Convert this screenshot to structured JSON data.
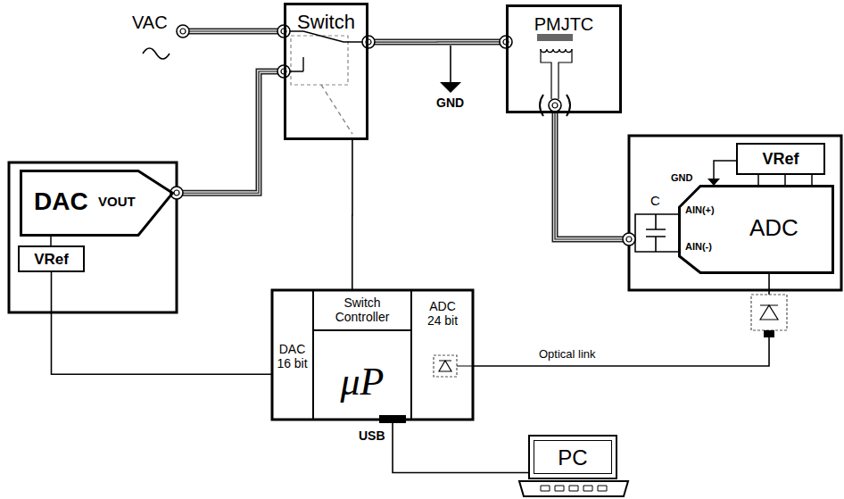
{
  "diagram": {
    "nodes": [
      {
        "text": [
          "Switch"
        ]
      },
      {
        "text": [
          "PMJTC"
        ]
      },
      {
        "text": [
          "DAC",
          "VOUT"
        ]
      },
      {
        "text": [
          "VRef"
        ]
      },
      {
        "text": [
          "AIN(+)",
          "AIN(-)",
          "ADC"
        ]
      },
      {
        "text": [
          "VRef"
        ]
      },
      {
        "text": [
          "DAC 16 bit"
        ]
      },
      {
        "text": [
          "Switch Controller",
          "μP"
        ]
      },
      {
        "text": [
          "ADC 24 bit"
        ]
      },
      {
        "text": [
          "PC"
        ]
      }
    ],
    "edges": [
      {
        "from": 2,
        "to": 0,
        "arrow": "none"
      },
      {
        "from": 0,
        "to": 1,
        "arrow": "none"
      },
      {
        "from": 1,
        "to": 4,
        "arrow": "none"
      },
      {
        "from": 3,
        "to": 6,
        "arrow": "none"
      },
      {
        "from": 0,
        "to": 7,
        "arrow": "none"
      },
      {
        "from": 8,
        "to": 4,
        "label": "Optical link",
        "arrow": "none"
      },
      {
        "from": 7,
        "to": 9,
        "label": "USB",
        "arrow": "none"
      }
    ],
    "labels": [
      "VAC",
      "GND",
      "GND",
      "C"
    ]
  }
}
